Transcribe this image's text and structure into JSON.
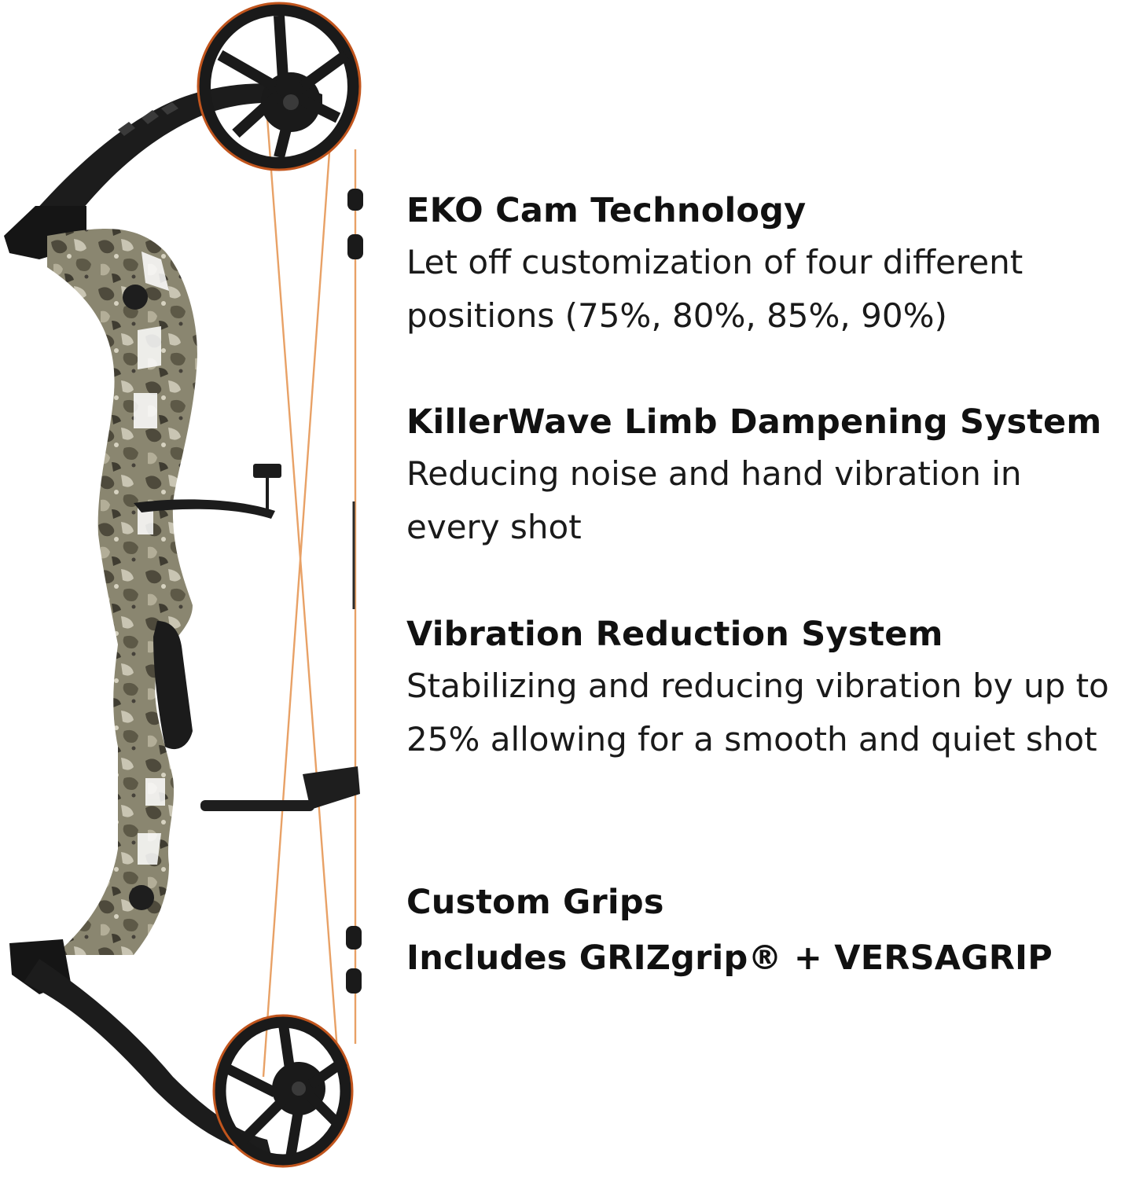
{
  "features": [
    {
      "title": "EKO Cam Technology",
      "description": "Let off customization of four different positions (75%, 80%, 85%, 90%)"
    },
    {
      "title": "KillerWave Limb Dampening System",
      "description": "Reducing noise and hand vibration in every shot"
    },
    {
      "title": "Vibration Reduction System",
      "description": "Stabilizing and reducing vibration by up to 25% allowing for a smooth and quiet shot"
    },
    {
      "title": "Custom Grips",
      "subtitle": "Includes GRIZgrip® + VERSAGRIP"
    }
  ],
  "product_image": {
    "subject": "compound-bow",
    "finish": "camo",
    "colors": {
      "camo_base": "#8a8670",
      "camo_dark": "#4e4a3c",
      "camo_light": "#c9c5b3",
      "limb": "#1c1c1c",
      "string": "#e8a166"
    }
  }
}
